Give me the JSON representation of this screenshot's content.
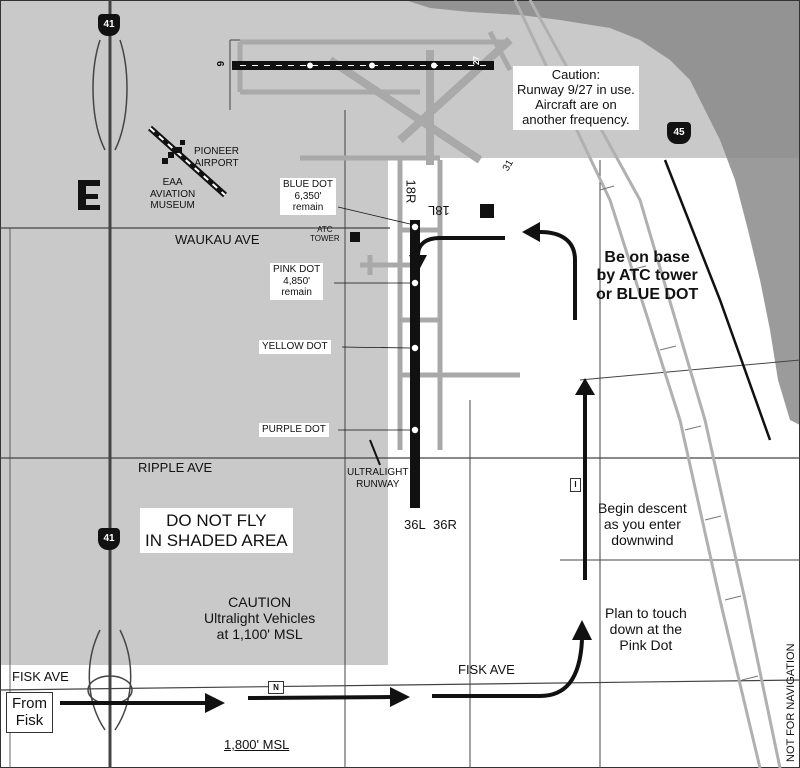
{
  "map": {
    "highway_shields": [
      "41",
      "41",
      "45"
    ],
    "road_marker_n": "N",
    "road_marker_i": "I",
    "roads": {
      "waukau": "WAUKAU  AVE",
      "ripple": "RIPPLE AVE",
      "fisk_west": "FISK AVE",
      "fisk_east": "FISK AVE"
    },
    "runways": {
      "rwy_9": "9",
      "rwy_27": "27",
      "rwy_31": "31",
      "rwy_18r": "18R",
      "rwy_18l": "18L",
      "rwy_36l": "36L",
      "rwy_36r": "36R"
    },
    "places": {
      "pioneer_airport": [
        "PIONEER",
        "AIRPORT"
      ],
      "eaa_museum": [
        "EAA",
        "AVIATION",
        "MUSEUM"
      ],
      "atc_tower": [
        "ATC",
        "TOWER"
      ],
      "ultralight_runway": [
        "ULTRALIGHT",
        "RUNWAY"
      ]
    },
    "dots": {
      "blue": [
        "BLUE DOT",
        "6,350'",
        "remain"
      ],
      "pink": [
        "PINK DOT",
        "4,850'",
        "remain"
      ],
      "yellow": "YELLOW DOT",
      "purple": "PURPLE DOT"
    },
    "notes": {
      "caution_runway": [
        "Caution:",
        "Runway 9/27 in use.",
        "Aircraft are on",
        "another frequency."
      ],
      "be_on_base": [
        "Be on base",
        "by ATC tower",
        "or BLUE DOT"
      ],
      "begin_descent": [
        "Begin descent",
        "as you enter",
        "downwind"
      ],
      "plan_touch": [
        "Plan to touch",
        "down at the",
        "Pink Dot"
      ],
      "do_not_fly": [
        "DO NOT FLY",
        "IN SHADED AREA"
      ],
      "caution_ultralight": [
        "CAUTION",
        "Ultralight Vehicles",
        "at 1,100' MSL"
      ],
      "from_fisk": [
        "From",
        "Fisk"
      ],
      "altitude": "1,800' MSL",
      "not_for_nav": "NOT FOR NAVIGATION"
    },
    "colors": {
      "shade": "#c9c9c9",
      "water": "#8a8a8a",
      "runway": "#111111",
      "taxiway": "#a9a9a9",
      "road": "#444444",
      "rail": "#b0b0b0"
    }
  }
}
